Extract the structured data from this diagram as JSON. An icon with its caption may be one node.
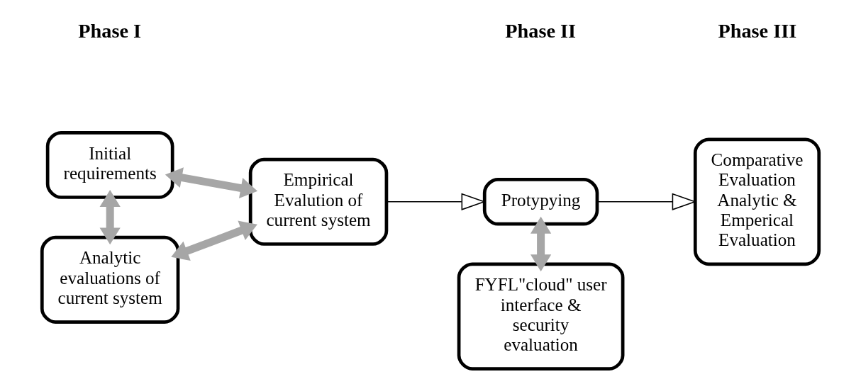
{
  "diagram": {
    "nodes": [
      {
        "text": [
          "Initial requirements"
        ]
      },
      {
        "text": [
          "Analytic evaluations of current system"
        ]
      },
      {
        "text": [
          "Empirical Evalution of current system"
        ]
      },
      {
        "text": [
          "FYFL\"cloud\" user interface & security evaluation"
        ]
      },
      {
        "text": [
          "Protypying"
        ]
      },
      {
        "text": [
          "Comparative Evaluation Analytic & Emperical Evaluation"
        ]
      }
    ],
    "edges": [
      {
        "from": 0,
        "to": 1,
        "arrow": "both"
      },
      {
        "from": 0,
        "to": 2,
        "arrow": "both"
      },
      {
        "from": 1,
        "to": 2,
        "arrow": "both"
      },
      {
        "from": 3,
        "to": 4,
        "arrow": "both"
      },
      {
        "from": 2,
        "to": 4,
        "arrow": "to",
        "color": "#000000"
      },
      {
        "from": 4,
        "to": 5,
        "arrow": "to",
        "color": "#000000"
      }
    ],
    "labels": [
      "Phase I",
      "Phase II",
      "Phase III"
    ]
  }
}
